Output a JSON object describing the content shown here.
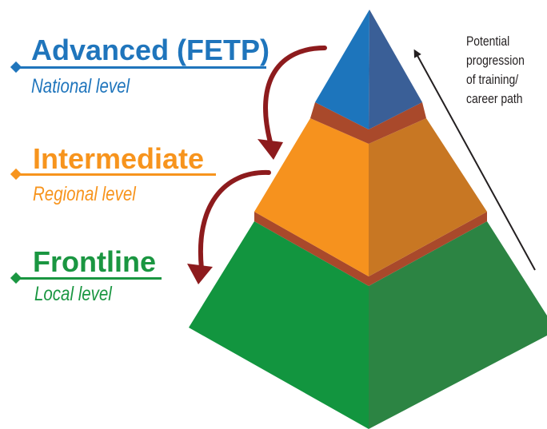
{
  "tiers": [
    {
      "title": "Advanced (FETP)",
      "subtitle": "National level",
      "color": "#1f75bc"
    },
    {
      "title": "Intermediate",
      "subtitle": "Regional level",
      "color": "#f7941d"
    },
    {
      "title": "Frontline",
      "subtitle": "Local level",
      "color": "#1a9641"
    }
  ],
  "progression_note": [
    "Potential",
    "progression",
    "of training/",
    "career path"
  ],
  "colors": {
    "apex_left": "#1d75bc",
    "apex_right": "#3a5f97",
    "middle_left": "#f6921e",
    "middle_right": "#c87723",
    "base_left": "#12953f",
    "base_right": "#2c8443",
    "divider": "#a9492b",
    "arrow": "#8d1b1d",
    "note_arrow": "#231f20"
  }
}
